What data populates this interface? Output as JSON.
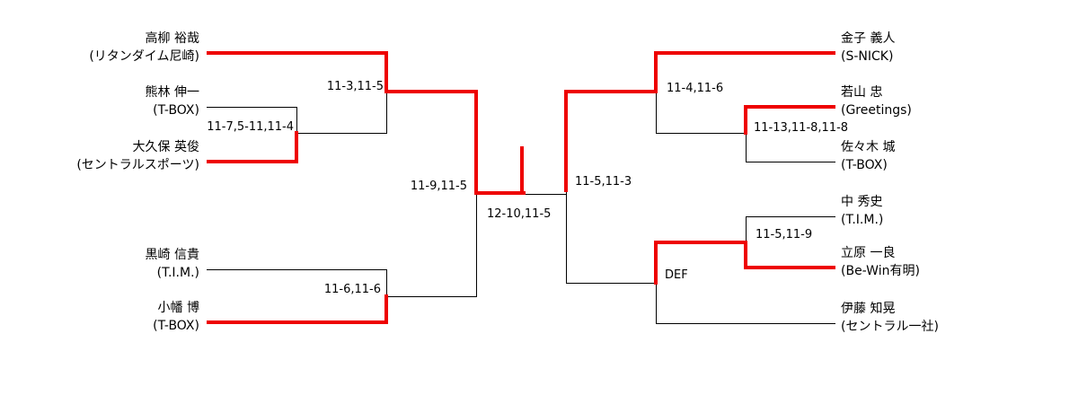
{
  "bracket": {
    "title": "tournament-bracket",
    "type": "single-elimination",
    "champion": "高柳 裕哉",
    "colors": {
      "winner_path": "#ee0000",
      "line": "#000000",
      "text": "#000000",
      "background": "#ffffff"
    },
    "players": {
      "takayanagi": {
        "name": "高柳 裕哉",
        "club": "(リタンダイム尼崎)"
      },
      "kumabayashi": {
        "name": "熊林 伸一",
        "club": "(T-BOX)"
      },
      "okubo": {
        "name": "大久保 英俊",
        "club": "(セントラルスポーツ)"
      },
      "kurosaki": {
        "name": "黒崎 信貴",
        "club": "(T.I.M.)"
      },
      "obata": {
        "name": "小幡 博",
        "club": "(T-BOX)"
      },
      "kaneko": {
        "name": "金子 義人",
        "club": "(S-NICK)"
      },
      "wakayama": {
        "name": "若山 忠",
        "club": "(Greetings)"
      },
      "sasaki": {
        "name": "佐々木 城",
        "club": "(T-BOX)"
      },
      "naka": {
        "name": "中 秀史",
        "club": "(T.I.M.)"
      },
      "tachihara": {
        "name": "立原 一良",
        "club": "(Be-Win有明)"
      },
      "ito": {
        "name": "伊藤 知晃",
        "club": "(セントラル一社)"
      }
    },
    "scores": {
      "l_qf_top": "11-3,11-5",
      "l_r1": "11-7,5-11,11-4",
      "l_sf": "11-9,11-5",
      "l_qf_bottom": "11-6,11-6",
      "final": "12-10,11-5",
      "r_qf_top": "11-4,11-6",
      "r_r1_top": "11-13,11-8,11-8",
      "r_sf": "11-5,11-3",
      "r_r1_bottom": "11-5,11-9",
      "r_qf_bottom": "DEF"
    },
    "matches": [
      {
        "round": "R1-left",
        "players": [
          "熊林 伸一",
          "大久保 英俊"
        ],
        "score": "11-7,5-11,11-4",
        "winner": "大久保 英俊"
      },
      {
        "round": "QF-left-top",
        "players": [
          "高柳 裕哉",
          "大久保 英俊"
        ],
        "score": "11-3,11-5",
        "winner": "高柳 裕哉"
      },
      {
        "round": "QF-left-bottom",
        "players": [
          "黒崎 信貴",
          "小幡 博"
        ],
        "score": "11-6,11-6",
        "winner": "小幡 博"
      },
      {
        "round": "SF-left",
        "players": [
          "高柳 裕哉",
          "小幡 博"
        ],
        "score": "11-9,11-5",
        "winner": "高柳 裕哉"
      },
      {
        "round": "R1-right-top",
        "players": [
          "若山 忠",
          "佐々木 城"
        ],
        "score": "11-13,11-8,11-8",
        "winner": "若山 忠"
      },
      {
        "round": "QF-right-top",
        "players": [
          "金子 義人",
          "若山 忠"
        ],
        "score": "11-4,11-6",
        "winner": "金子 義人"
      },
      {
        "round": "R1-right-bottom",
        "players": [
          "中 秀史",
          "立原 一良"
        ],
        "score": "11-5,11-9",
        "winner": "立原 一良"
      },
      {
        "round": "QF-right-bottom",
        "players": [
          "立原 一良",
          "伊藤 知晃"
        ],
        "score": "DEF",
        "winner": "立原 一良"
      },
      {
        "round": "SF-right",
        "players": [
          "金子 義人",
          "立原 一良"
        ],
        "score": "11-5,11-3",
        "winner": "金子 義人"
      },
      {
        "round": "Final",
        "players": [
          "高柳 裕哉",
          "金子 義人"
        ],
        "score": "12-10,11-5",
        "winner": "高柳 裕哉"
      }
    ]
  }
}
